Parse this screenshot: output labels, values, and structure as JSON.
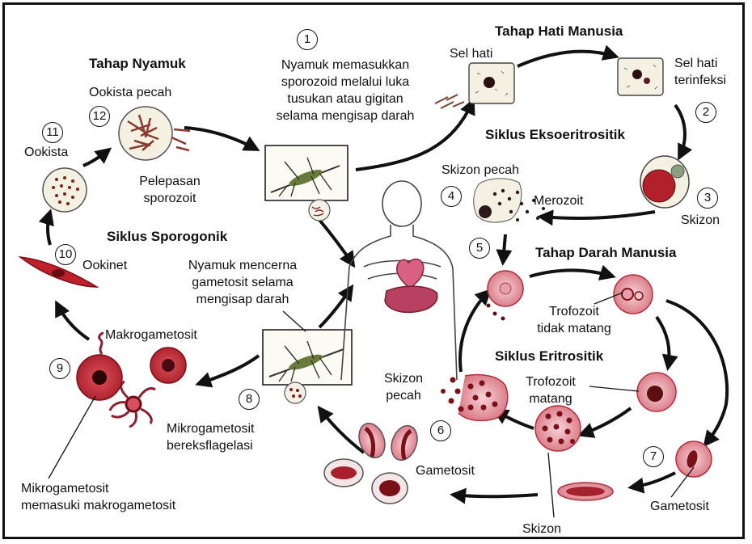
{
  "stage_titles": {
    "mosquito": "Tahap Nyamuk",
    "liver": "Tahap Hati Manusia",
    "exo": "Siklus Eksoeritrositik",
    "sporogonic": "Siklus Sporogonik",
    "blood": "Tahap Darah Manusia",
    "erythro": "Siklus Eritrositik"
  },
  "steps": [
    "1",
    "2",
    "3",
    "4",
    "5",
    "6",
    "7",
    "8",
    "9",
    "10",
    "11",
    "12"
  ],
  "labels": {
    "injection": [
      "Nyamuk memasukkan",
      "sporozoid melalui luka",
      "tusukan atau gigitan",
      "selama mengisap darah"
    ],
    "liver_cell": "Sel hati",
    "infected_liver": [
      "Sel hati",
      "terinfeksi"
    ],
    "schizont_liver": "Skizon",
    "ruptured_schizont_liver": "Skizon pecah",
    "merozoite": "Merozoit",
    "immature_trophozoite": [
      "Trofozoit",
      "tidak matang"
    ],
    "mature_trophozoite": [
      "Trofozoit",
      "matang"
    ],
    "ruptured_schizont_blood": [
      "Skizon",
      "pecah"
    ],
    "schizont_blood": "Skizon",
    "gametocyte_right": "Gametosit",
    "gametocyte_bottom": "Gametosit",
    "ingestion": [
      "Nyamuk mencerna",
      "gametosit selama",
      "mengisap darah"
    ],
    "macrogametocyte": "Makrogametosit",
    "exflagellated": [
      "Mikrogametosit",
      "bereksflagelasi"
    ],
    "micro_enters_macro": [
      "Mikrogametosit",
      "memasuki makrogametosit"
    ],
    "ookinete": "Ookinet",
    "oocyst": "Ookista",
    "ruptured_oocyst": "Ookista pecah",
    "sporozoite_release": [
      "Pelepasan",
      "sporozoit"
    ]
  },
  "colors": {
    "rbc_fill": "#f2c2c8",
    "rbc_edge": "#b0303c",
    "parasite": "#7a1018",
    "liver_fill": "#f4f1e2",
    "organ": "#c8506a"
  }
}
